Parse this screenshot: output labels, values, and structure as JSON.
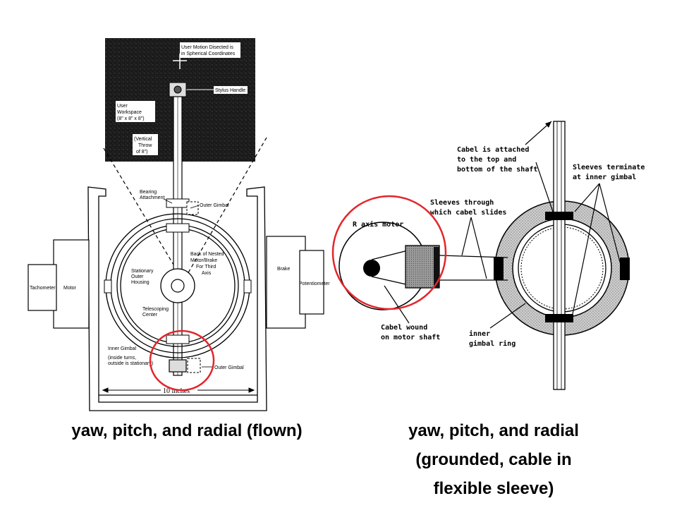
{
  "left_figure": {
    "photo_labels": {
      "motion": [
        "User Motion Disected is",
        "in Spherical Coordinates"
      ],
      "stylus": "Stylus Handle",
      "workspace": [
        "User",
        "Workspace",
        "(8\" x 8\" x 8\")"
      ],
      "throw": [
        "(Vertical",
        "Throw",
        "of 8\")"
      ]
    },
    "labels": {
      "outer_gimbal_top": "Outer Gimbal",
      "bearing": [
        "Bearing",
        "Attachment"
      ],
      "back_nested": [
        "Back of Nested",
        "Motor/Brake",
        "For Third",
        "Axis"
      ],
      "stationary": [
        "Stationary",
        "Outer",
        "Housing"
      ],
      "telescoping": [
        "Telescoping",
        "Center"
      ],
      "tachometer": "Tachometer",
      "motor": "Motor",
      "brake": "Brake",
      "potentiometer": "Potentiometer",
      "inner_gimbal": [
        "Inner Gimbal",
        "(inside turns,",
        "outside is stationary)"
      ],
      "outer_gimbal_bottom": "Outer Gimbal",
      "dimension": "10 inches"
    },
    "highlight_color": "#e3262b"
  },
  "right_figure": {
    "labels": {
      "cable_attached": [
        "Cabel is attached",
        "to the top and",
        "bottom of the shaft"
      ],
      "sleeves_terminate": [
        "Sleeves terminate",
        "at inner gimbal"
      ],
      "sleeves_through": [
        "Sleeves through",
        "which cabel slides"
      ],
      "r_axis_motor": "R axis motor",
      "cable_wound": [
        "Cabel wound",
        "on motor shaft"
      ],
      "inner_gimbal_ring": [
        "inner",
        "gimbal ring"
      ]
    },
    "highlight_color": "#e3262b"
  },
  "captions": {
    "left": "yaw, pitch, and radial (flown)",
    "right": [
      "yaw, pitch, and radial",
      "(grounded, cable in",
      "flexible sleeve)"
    ]
  }
}
